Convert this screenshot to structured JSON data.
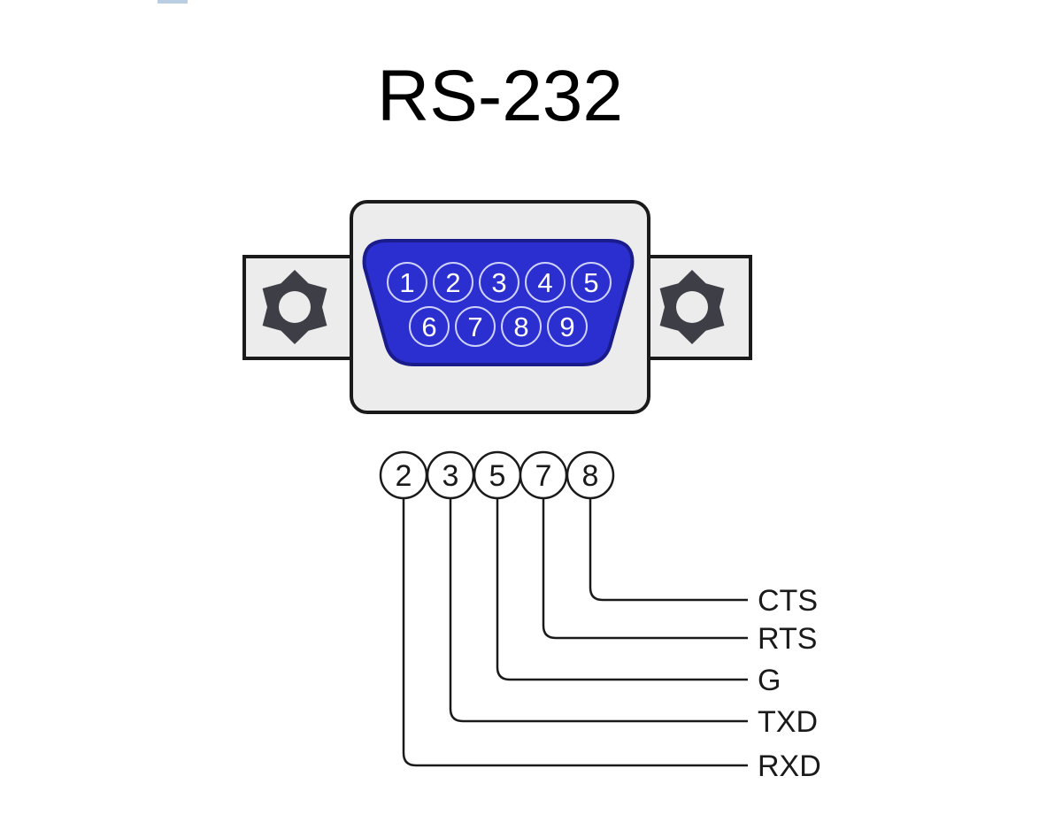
{
  "title": "RS-232",
  "colors": {
    "connector_blue": "#2b2fcf",
    "connector_blue_dark": "#1a1c8c",
    "shell_gray": "#ececec",
    "nut_gray": "#3e3e46",
    "line": "#1a1a1a"
  },
  "connector": {
    "top_row_pins": [
      "1",
      "2",
      "3",
      "4",
      "5"
    ],
    "bottom_row_pins": [
      "6",
      "7",
      "8",
      "9"
    ],
    "left_nut_icon": "hex-nut-icon",
    "right_nut_icon": "hex-nut-icon"
  },
  "wired_pins": [
    {
      "pin": "2",
      "signal": "RXD"
    },
    {
      "pin": "3",
      "signal": "TXD"
    },
    {
      "pin": "5",
      "signal": "G"
    },
    {
      "pin": "7",
      "signal": "RTS"
    },
    {
      "pin": "8",
      "signal": "CTS"
    }
  ]
}
